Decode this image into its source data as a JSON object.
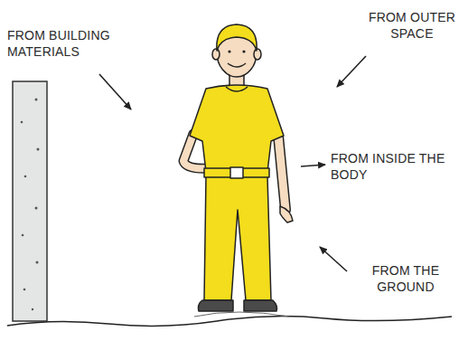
{
  "diagram": {
    "labels": [
      "FROM BUILDING MATERIALS",
      "FROM OUTER SPACE",
      "FROM INSIDE THE BODY",
      "FROM THE GROUND"
    ]
  }
}
